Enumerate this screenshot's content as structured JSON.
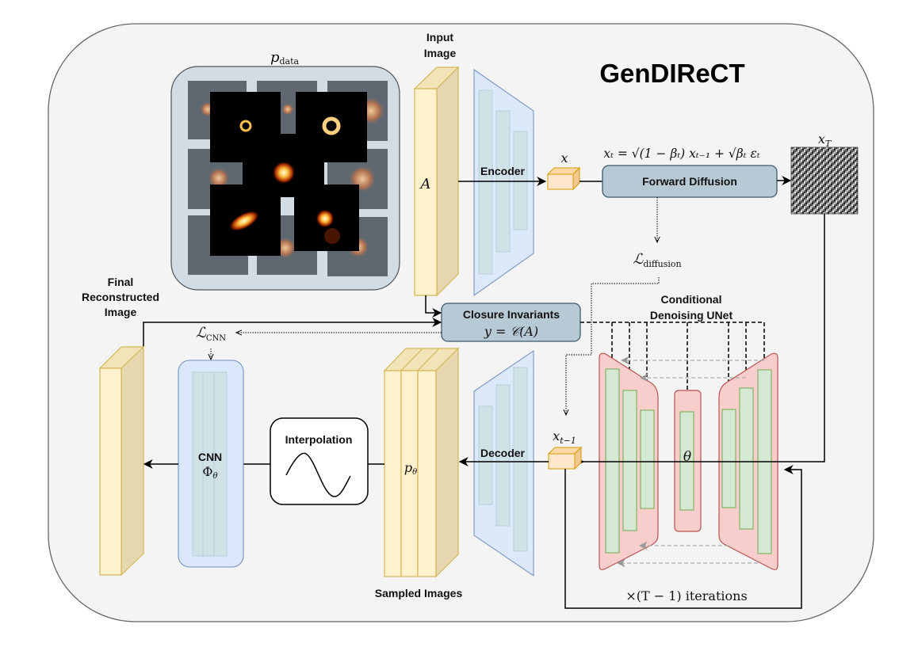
{
  "title": "GenDIReCT",
  "labels": {
    "input_image": [
      "Input",
      "Image"
    ],
    "input_symbol": "A",
    "pdata": "p",
    "pdata_sub": "data",
    "encoder": "Encoder",
    "decoder": "Decoder",
    "latent_x": "x",
    "forward_diffusion": "Forward Diffusion",
    "forward_equation": "xₜ = √(1 − βₜ) xₜ₋₁ + √βₜ εₜ",
    "x_T": "x",
    "x_T_sub": "T",
    "loss_diffusion": "ℒ",
    "loss_diffusion_sub": "diffusion",
    "closure_invariants": "Closure Invariants",
    "closure_equation": "y = 𝒞(A)",
    "conditional_unet": [
      "Conditional",
      "Denoising UNet"
    ],
    "theta": "θ",
    "x_t_minus_1": "x",
    "x_t_minus_1_sub": "t−1",
    "iterations": "×(T − 1) iterations",
    "sampled_images": "Sampled Images",
    "p_theta": "p",
    "p_theta_sub": "θ",
    "interpolation": "Interpolation",
    "cnn": "CNN",
    "cnn_symbol": "Φ",
    "cnn_symbol_sub": "θ",
    "loss_cnn": "ℒ",
    "loss_cnn_sub": "CNN",
    "final_image": [
      "Final",
      "Reconstructed",
      "Image"
    ]
  },
  "colors": {
    "frame_bg": "#f4f4f4",
    "frame_stroke": "#666666",
    "yellow_face": "#fff1cc",
    "yellow_side": "#e6d7b0",
    "yellow_stroke": "#d6b656",
    "blue_fill": "#dae8fc",
    "blue_stroke": "#6c8ebf",
    "inner_bar": "#d5e8d4",
    "slate_fill": "#b8c9d6",
    "slate_stroke": "#3c5a6e",
    "unet_fill": "#f8cecc",
    "unet_stroke": "#b85450",
    "unet_bar": "#d5e8d4",
    "unet_bar_stroke": "#82b366",
    "latent_fill": "#ffe6cc",
    "latent_stroke": "#d79b00",
    "pdata_fill": "#d2dce4",
    "pdata_tile": "#5f6870"
  },
  "pdata_samples": [
    "crescent-ring",
    "ring",
    "gaussian-blob",
    "elongated-ellipse",
    "double-blob"
  ]
}
